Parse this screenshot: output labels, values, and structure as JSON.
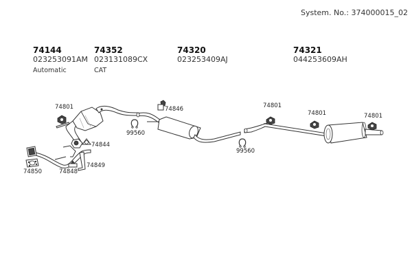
{
  "header": {
    "system_no": "System. No.: 374000015_02"
  },
  "main_parts": [
    {
      "number": "74144",
      "code": "023253091AM",
      "note": "Automatic"
    },
    {
      "number": "74352",
      "code": "023131089CX",
      "note": "CAT"
    },
    {
      "number": "74320",
      "code": "023253409AJ",
      "note": ""
    },
    {
      "number": "74321",
      "code": "044253609AH",
      "note": ""
    }
  ],
  "callouts": {
    "hanger_front": "74801",
    "gasket_ring": "74844",
    "flange_gasket": "74850",
    "rubber_mount": "74848",
    "bracket": "74849",
    "clamp_front": "99560",
    "hanger_middle_mount": "74846",
    "clamp_rear": "99560",
    "hanger_rear_1": "74801",
    "hanger_rear_2": "74801",
    "hanger_rear_3": "74801"
  }
}
